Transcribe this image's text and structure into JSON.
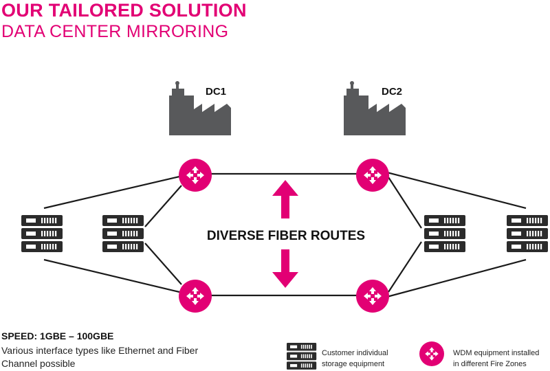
{
  "header": {
    "title": "OUR TAILORED SOLUTION",
    "subtitle": "DATA CENTER MIRRORING"
  },
  "diagram": {
    "dc1_label": "DC1",
    "dc2_label": "DC2",
    "center_label": "DIVERSE FIBER ROUTES",
    "colors": {
      "accent": "#e20074",
      "dark": "#2b2b2b",
      "building": "#58595b",
      "line": "#1a1a1a"
    },
    "icons": [
      "building-icon",
      "wdm-router-icon",
      "storage-server-icon",
      "arrow-up-icon",
      "arrow-down-icon"
    ]
  },
  "footer": {
    "speed_title": "SPEED: 1GBE – 100GBE",
    "speed_desc": "Various interface types like Ethernet and Fiber Channel possible"
  },
  "legend": {
    "storage_label_line1": "Customer individual",
    "storage_label_line2": "storage equipment",
    "wdm_label_line1": "WDM equipment installed",
    "wdm_label_line2": "in different Fire Zones"
  }
}
